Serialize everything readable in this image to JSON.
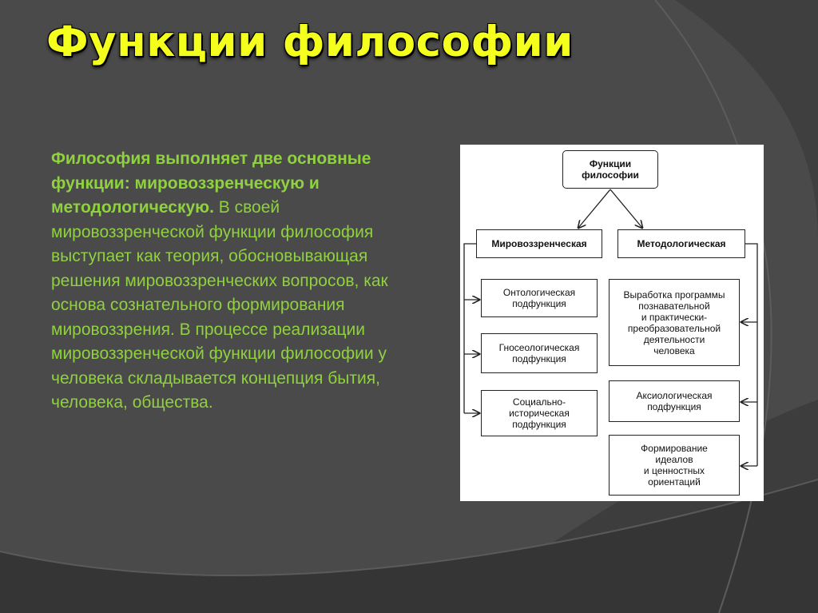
{
  "slide": {
    "title": "Функции философии",
    "paragraph": {
      "lead": "Философия выполняет две основные функции: мировоззренческую и методологическую.",
      "rest": " В своей мировоззренческой функции философия выступает как теория, обосновывающая решения мировоззренческих вопросов, как основа сознательного формирования мировоззрения. В процессе реализации мировоззренческой функции философии у человека складывается концепция бытия, человека, общества."
    }
  },
  "diagram": {
    "root": "Функции\nфилософии",
    "left_branch": {
      "label": "Мировоззренческая",
      "items": [
        "Онтологическая\nподфункция",
        "Гносеологическая\nподфункция",
        "Социально-\nисторическая\nподфункция"
      ]
    },
    "right_branch": {
      "label": "Методологическая",
      "items": [
        "Выработка программы\nпознавательной\nи практически-\nпреобразовательной\nдеятельности\nчеловека",
        "Аксиологическая\nподфункция",
        "Формирование\nидеалов\nи ценностных\nориентаций"
      ]
    }
  },
  "colors": {
    "background": "#4a4a4a",
    "title": "#f5ff1e",
    "text": "#8fd13f"
  }
}
